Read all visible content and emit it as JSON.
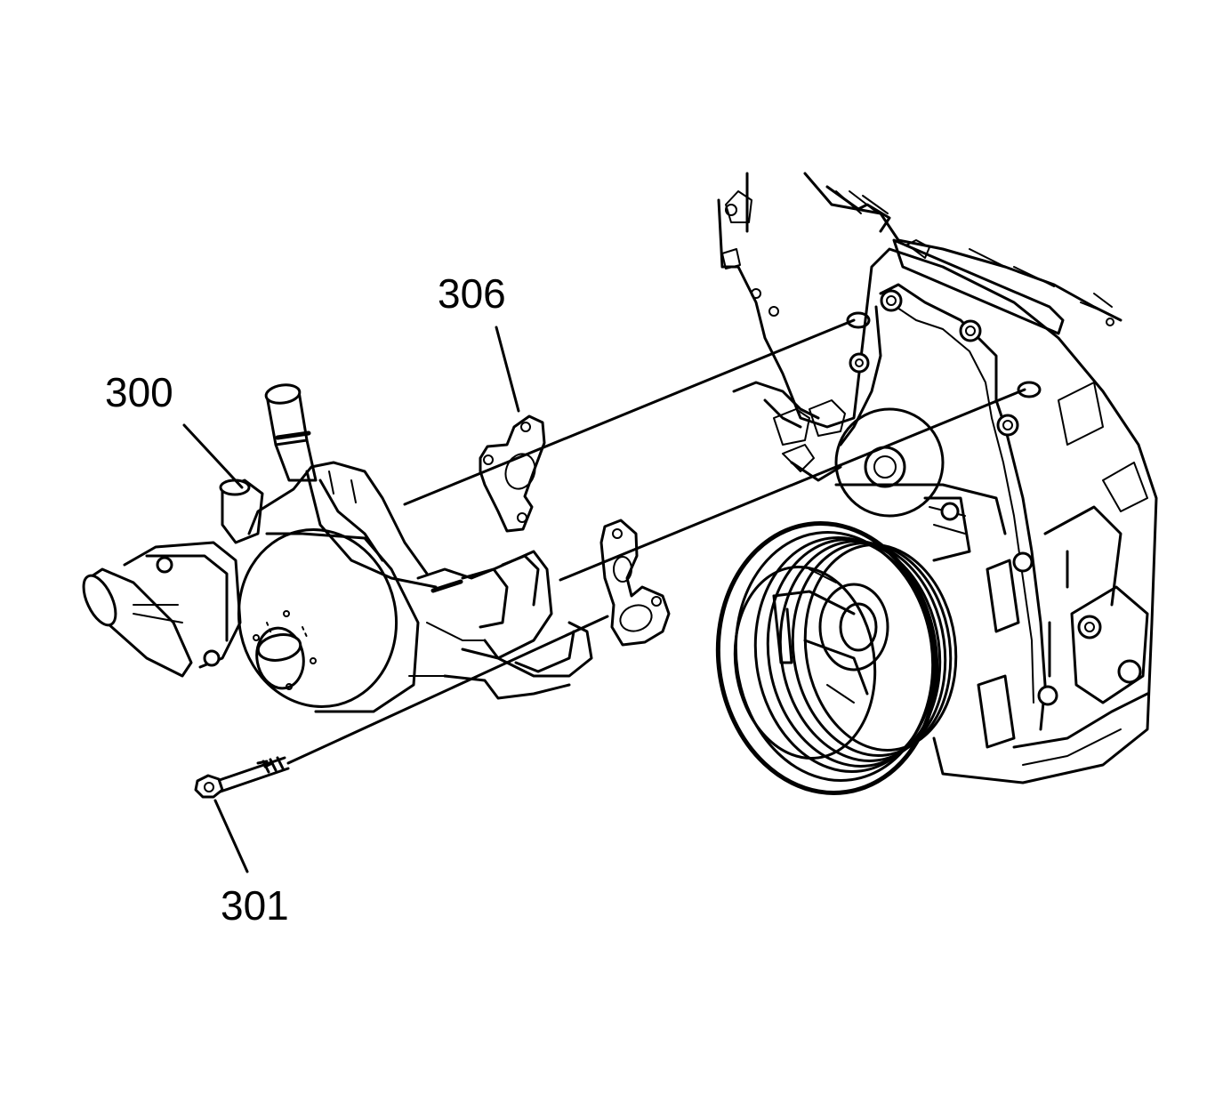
{
  "diagram": {
    "callouts": [
      {
        "id": "water-pump",
        "label": "300"
      },
      {
        "id": "gasket",
        "label": "306"
      },
      {
        "id": "bolt",
        "label": "301"
      }
    ],
    "colors": {
      "line": "#000000",
      "background": "#ffffff"
    }
  }
}
